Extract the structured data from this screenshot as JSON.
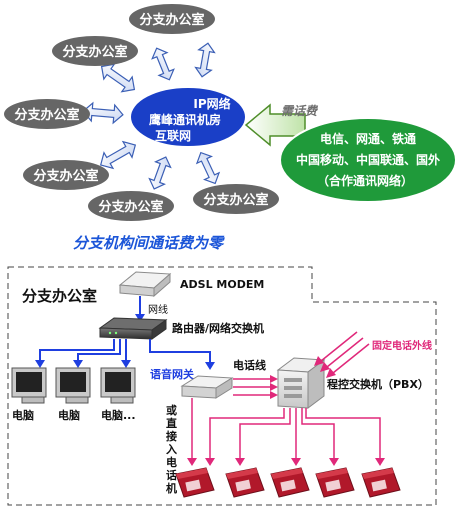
{
  "top": {
    "branch_label": "分支办公室",
    "hub": {
      "line1": "IP网络",
      "line2": "鹰峰通讯机房",
      "line3": "互联网"
    },
    "fee_label": "需话费",
    "carrier": {
      "line1": "电信、网通、铁通",
      "line2": "中国移动、中国联通、国外",
      "line3": "（合作通讯网络）"
    },
    "caption": "分支机构间通话费为零"
  },
  "bottom": {
    "title": "分支办公室",
    "modem": "ADSL MODEM",
    "cable": "网线",
    "router": "路由器/网络交换机",
    "voip_gateway": "语音网关",
    "phone_line": "电话线",
    "external_line": "固定电话外线",
    "pbx": "程控交换机（PBX）",
    "pc1": "电脑",
    "pc2": "电脑",
    "pc3": "电脑...",
    "direct_phone": [
      "或",
      "直",
      "接",
      "入",
      "电",
      "话",
      "机"
    ]
  },
  "colors": {
    "cloud_gray": "#666666",
    "hub_blue": "#1a3fc7",
    "carrier_green": "#1f9a3a",
    "caption_blue": "#1b55d8",
    "line_blue": "#1f3fe0",
    "line_pink": "#e0287a",
    "phone_red": "#b1182a"
  }
}
